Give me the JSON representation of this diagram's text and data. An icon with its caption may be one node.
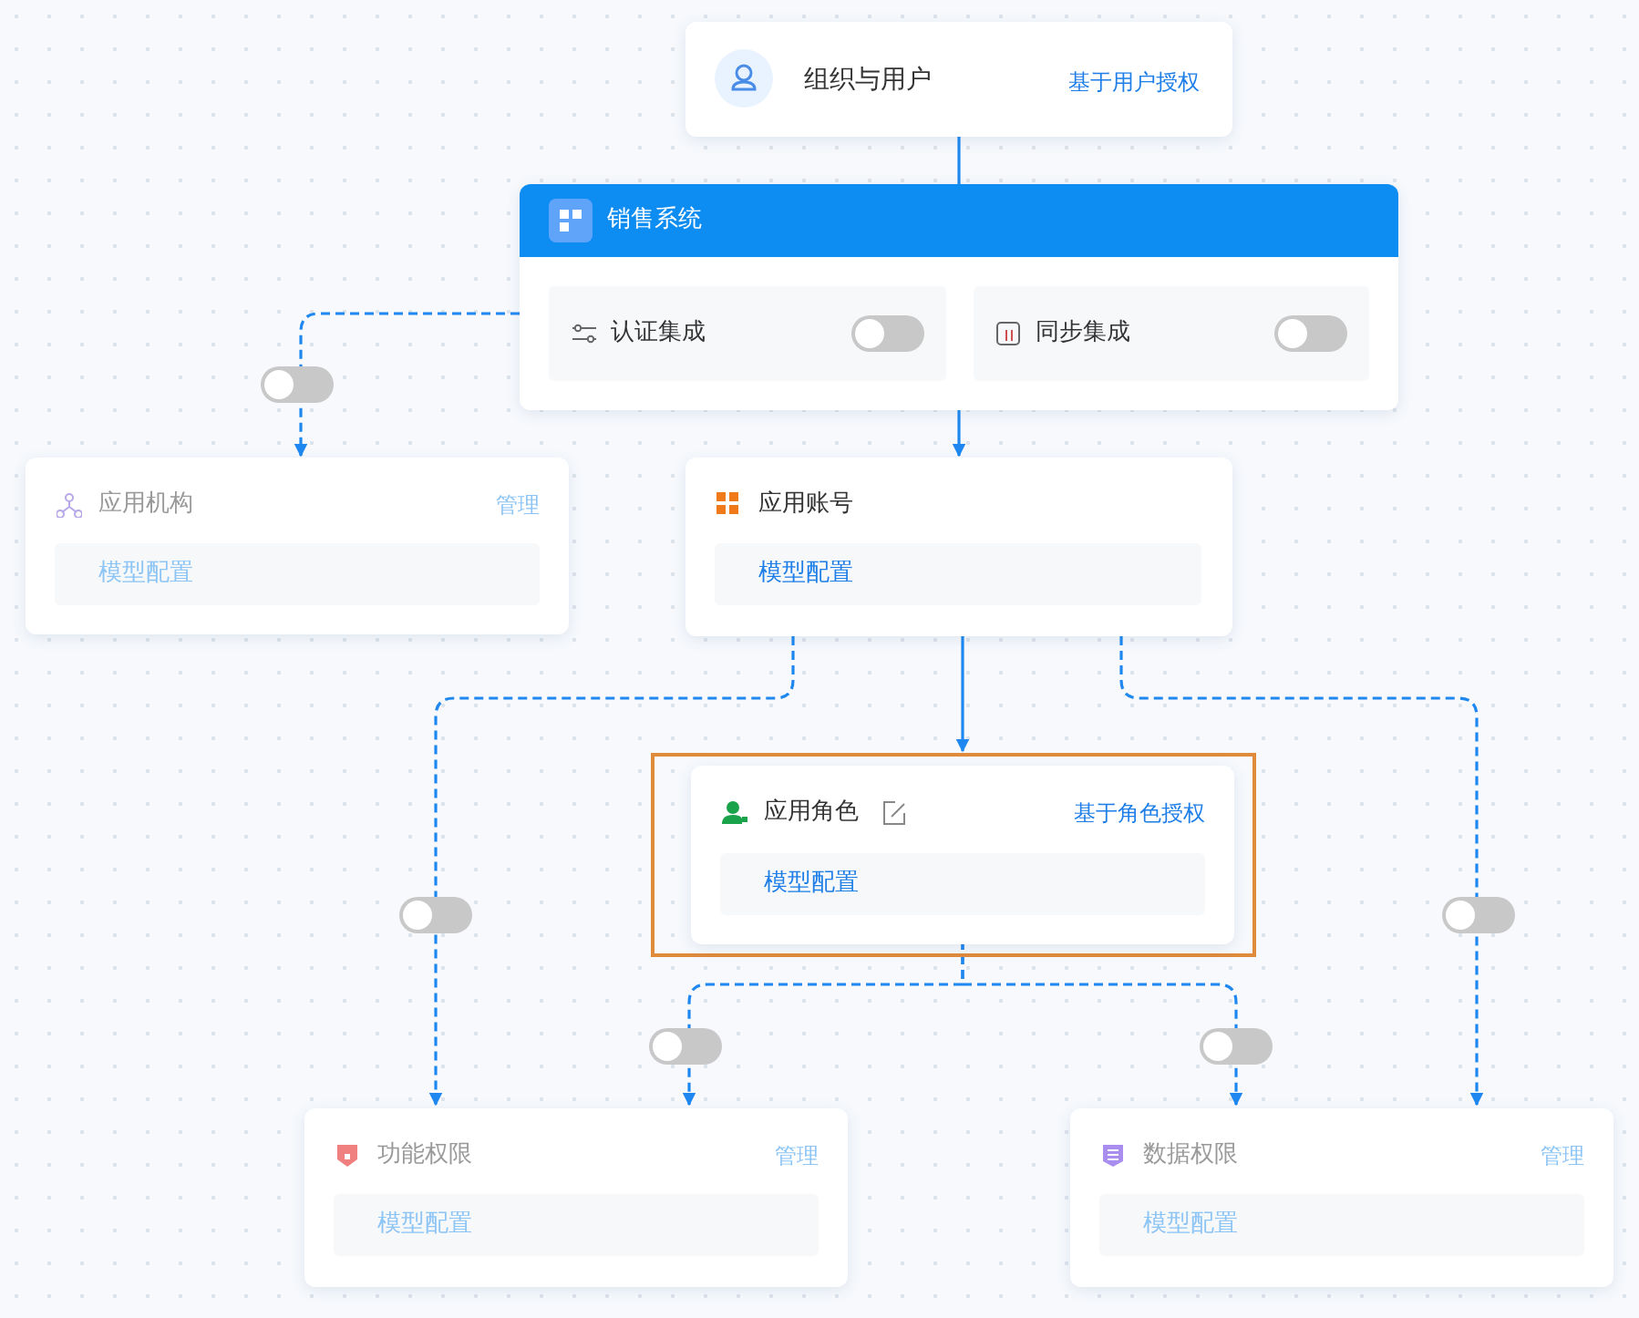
{
  "diagram": {
    "nodes": [
      {
        "text": [
          "组织与用户",
          "基于用户授权"
        ]
      },
      {
        "text": [
          "销售系统"
        ]
      },
      {
        "text": [
          "认证集成"
        ],
        "in": 1
      },
      {
        "text": [
          "同步集成"
        ],
        "in": 1
      },
      {
        "text": [
          "应用机构",
          "管理"
        ]
      },
      {
        "text": [
          "模型配置"
        ],
        "in": 4
      },
      {
        "text": [
          "应用账号"
        ]
      },
      {
        "text": [
          "模型配置"
        ],
        "in": 6
      },
      {
        "text": [],
        "shape": "box"
      },
      {
        "text": [
          "应用角色",
          "基于角色授权"
        ],
        "in": 8
      },
      {
        "text": [
          "模型配置"
        ],
        "in": 9
      },
      {
        "text": [
          "功能权限",
          "管理"
        ]
      },
      {
        "text": [
          "模型配置"
        ],
        "in": 11
      },
      {
        "text": [
          "数据权限",
          "管理"
        ]
      },
      {
        "text": [
          "模型配置"
        ],
        "in": 13
      }
    ],
    "edges": [
      {
        "from": 0,
        "to": 1,
        "arrow": "none"
      },
      {
        "from": 1,
        "to": 6,
        "arrow": "to"
      },
      {
        "from": 1,
        "to": 4,
        "arrow": "to",
        "style": "dashed"
      },
      {
        "from": 6,
        "to": 8,
        "arrow": "to"
      },
      {
        "from": 6,
        "to": 11,
        "arrow": "to",
        "style": "dashed"
      },
      {
        "from": 6,
        "to": 13,
        "arrow": "to",
        "style": "dashed"
      },
      {
        "from": 9,
        "to": 11,
        "arrow": "to",
        "style": "dashed"
      },
      {
        "from": 9,
        "to": 13,
        "arrow": "to",
        "style": "dashed"
      }
    ]
  }
}
